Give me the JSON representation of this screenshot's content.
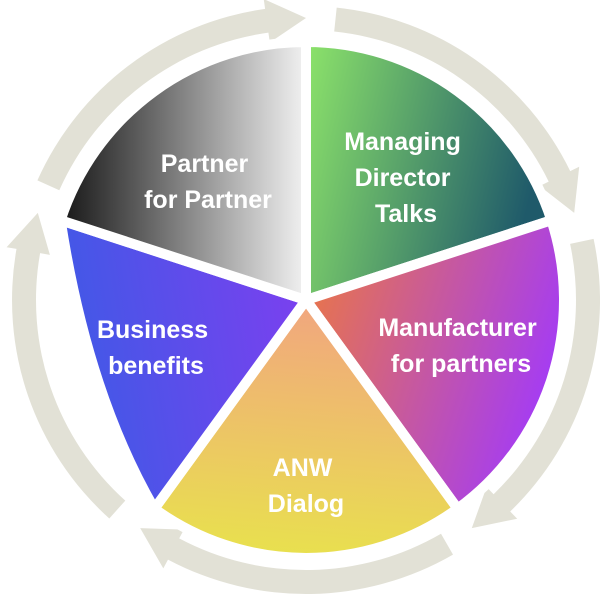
{
  "colors": {
    "ring": "#e2e1d6",
    "gap": "#ffffff",
    "label": "#ffffff"
  },
  "segments": [
    {
      "id": "partner",
      "lines": [
        "Partner",
        "for Partner"
      ],
      "gradient": [
        "#8de46a",
        "#1f5a6a"
      ]
    },
    {
      "id": "managing",
      "lines": [
        "Managing",
        "Director",
        "Talks"
      ],
      "gradient": [
        "#ee7a3c",
        "#a63df0"
      ]
    },
    {
      "id": "manufacturer",
      "lines": [
        "Manufacturer",
        "for partners"
      ],
      "gradient": [
        "#f1a77e",
        "#e8e34c"
      ]
    },
    {
      "id": "anw",
      "lines": [
        "ANW",
        "Dialog"
      ],
      "gradient": [
        "#3e5ae6",
        "#7b40ef"
      ]
    },
    {
      "id": "business",
      "lines": [
        "Business",
        "benefits"
      ],
      "gradient": [
        "#161616",
        "#f2f2f2"
      ]
    }
  ]
}
